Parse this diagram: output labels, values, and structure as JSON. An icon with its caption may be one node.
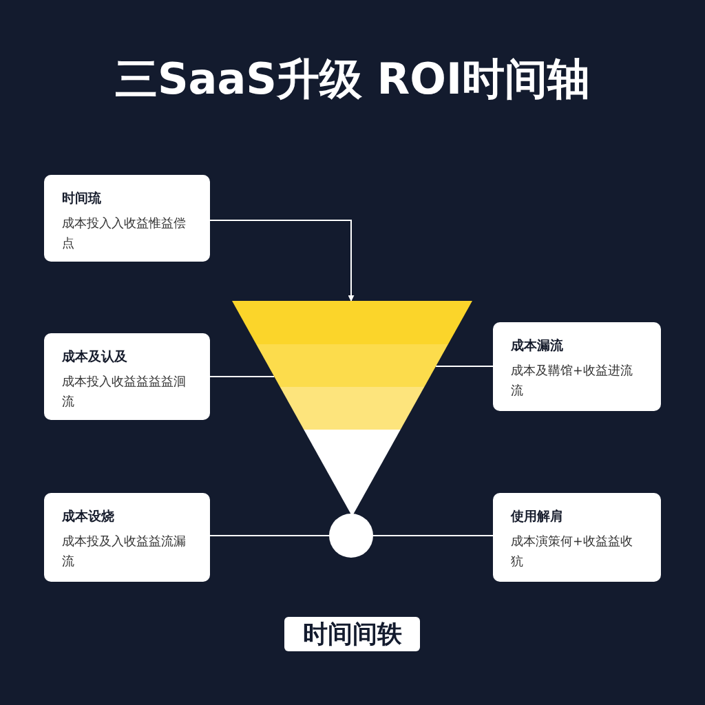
{
  "diagram": {
    "title": "三SaaS升级 ROI时间轴",
    "nodes": [
      {
        "text": [
          "时间琉",
          "成本投入入收益惟益偿点"
        ]
      },
      {
        "text": [],
        "shape": "funnel"
      },
      {
        "text": [
          "成本及认及",
          "成本投入收益益益益洄流"
        ]
      },
      {
        "text": [
          "成本漏流",
          "成本及鞲馆+收益进流流"
        ]
      },
      {
        "text": [
          "成本设烧",
          "成本投及入收益益流漏流"
        ]
      },
      {
        "text": [],
        "shape": "circle"
      },
      {
        "text": [
          "使用解肩",
          "成本演策何+收益益收犺"
        ]
      }
    ],
    "edges": [
      {
        "from": 0,
        "to": 1,
        "arrow": "to"
      },
      {
        "from": 2,
        "to": 1,
        "arrow": "none"
      },
      {
        "from": 1,
        "to": 3,
        "arrow": "none"
      },
      {
        "from": 4,
        "to": 5,
        "arrow": "none"
      },
      {
        "from": 5,
        "to": 6,
        "arrow": "none"
      }
    ],
    "labels": [
      "时间间轶"
    ]
  }
}
